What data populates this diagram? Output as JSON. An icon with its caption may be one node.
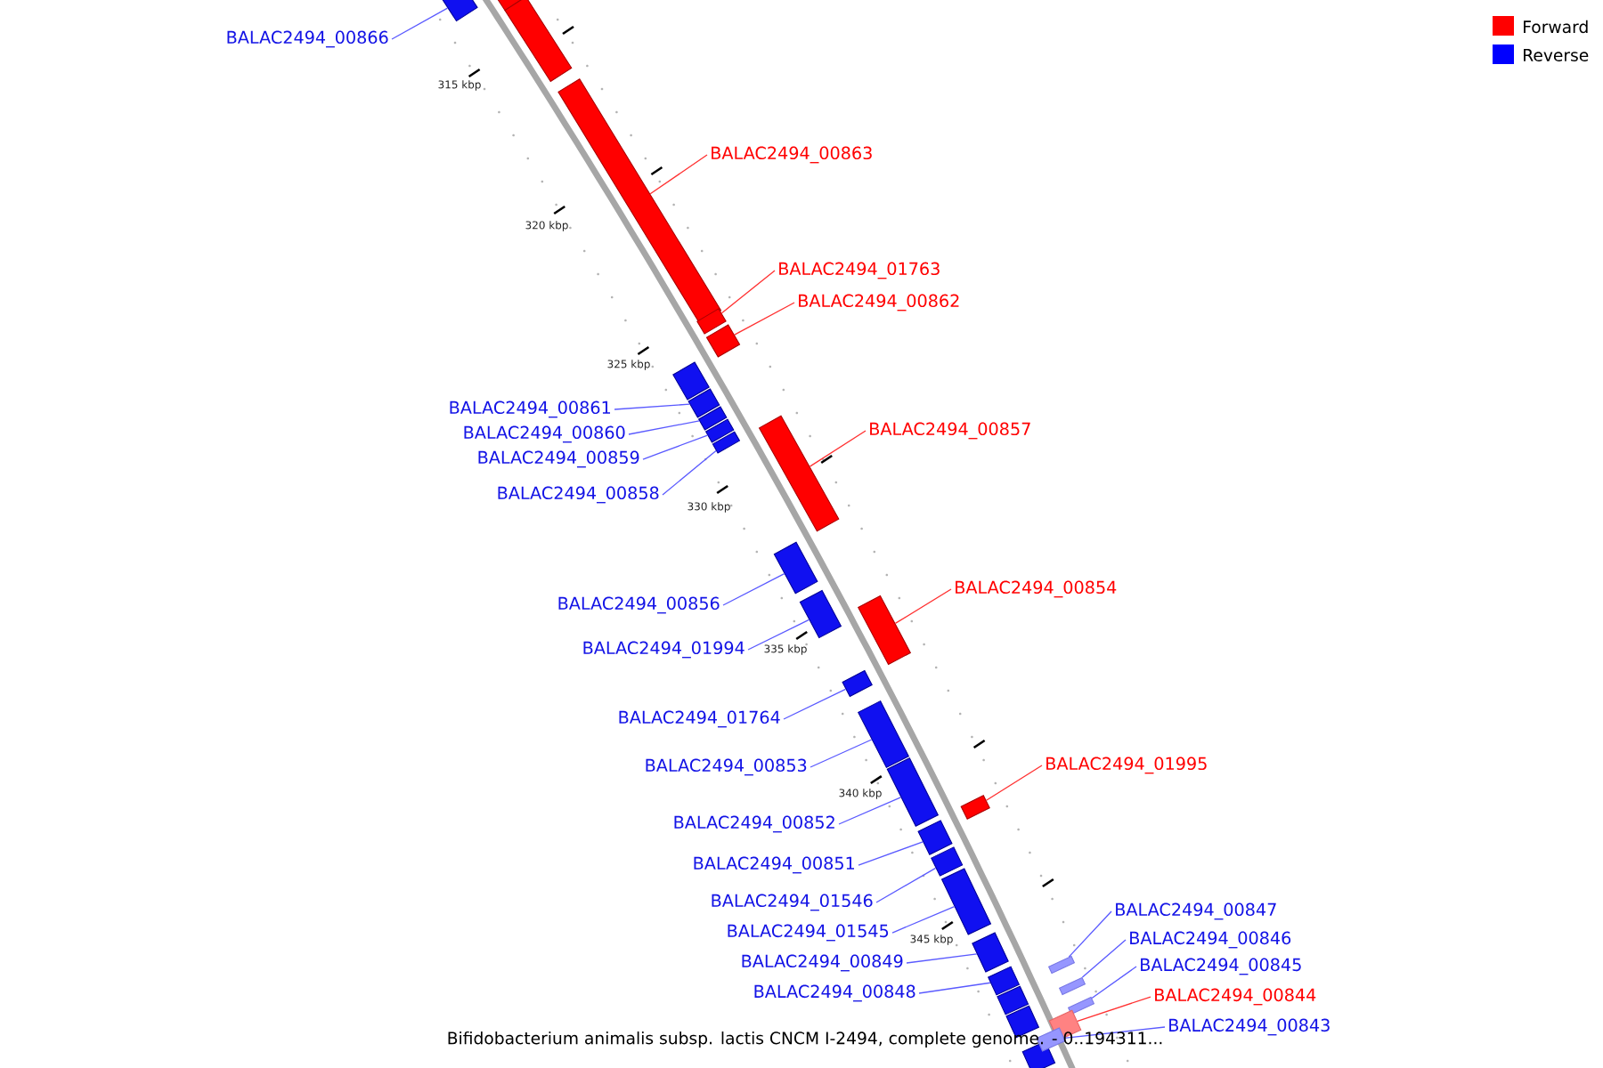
{
  "diagram": {
    "nodes": [
      {
        "text": [
          "BALAC2494_00866"
        ]
      },
      {
        "text": [],
        "shape": "bar"
      },
      {
        "text": [
          "BALAC2494_00863"
        ]
      },
      {
        "text": [],
        "shape": "bar"
      },
      {
        "text": [
          "BALAC2494_01763"
        ]
      },
      {
        "text": [],
        "shape": "bar"
      },
      {
        "text": [
          "BALAC2494_00862"
        ]
      },
      {
        "text": [],
        "shape": "bar"
      },
      {
        "text": [
          "BALAC2494_00861"
        ]
      },
      {
        "text": [],
        "shape": "bar"
      },
      {
        "text": [
          "BALAC2494_00857"
        ]
      },
      {
        "text": [],
        "shape": "bar"
      },
      {
        "text": [
          "BALAC2494_00860"
        ]
      },
      {
        "text": [],
        "shape": "bar"
      },
      {
        "text": [
          "BALAC2494_00859"
        ]
      },
      {
        "text": [],
        "shape": "bar"
      },
      {
        "text": [
          "BALAC2494_00858"
        ]
      },
      {
        "text": [],
        "shape": "bar"
      },
      {
        "text": [
          "BALAC2494_00854"
        ]
      },
      {
        "text": [],
        "shape": "bar"
      },
      {
        "text": [
          "BALAC2494_00856"
        ]
      },
      {
        "text": [],
        "shape": "bar"
      },
      {
        "text": [
          "BALAC2494_01994"
        ]
      },
      {
        "text": [],
        "shape": "bar"
      },
      {
        "text": [
          "BALAC2494_01764"
        ]
      },
      {
        "text": [],
        "shape": "bar"
      },
      {
        "text": [
          "BALAC2494_01995"
        ]
      },
      {
        "text": [],
        "shape": "bar"
      },
      {
        "text": [
          "BALAC2494_00853"
        ]
      },
      {
        "text": [],
        "shape": "bar"
      },
      {
        "text": [
          "BALAC2494_00852"
        ]
      },
      {
        "text": [],
        "shape": "bar"
      },
      {
        "text": [
          "BALAC2494_00851"
        ]
      },
      {
        "text": [],
        "shape": "bar"
      },
      {
        "text": [
          "BALAC2494_01546"
        ]
      },
      {
        "text": [],
        "shape": "bar"
      },
      {
        "text": [
          "BALAC2494_01545"
        ]
      },
      {
        "text": [],
        "shape": "bar"
      },
      {
        "text": [
          "BALAC2494_00847"
        ]
      },
      {
        "text": [],
        "shape": "bar"
      },
      {
        "text": [
          "BALAC2494_00846"
        ]
      },
      {
        "text": [],
        "shape": "bar"
      },
      {
        "text": [
          "BALAC2494_00849"
        ]
      },
      {
        "text": [],
        "shape": "bar"
      },
      {
        "text": [
          "BALAC2494_00845"
        ]
      },
      {
        "text": [],
        "shape": "bar"
      },
      {
        "text": [
          "BALAC2494_00848"
        ]
      },
      {
        "text": [],
        "shape": "bar"
      },
      {
        "text": [
          "BALAC2494_00844"
        ]
      },
      {
        "text": [],
        "shape": "bar"
      },
      {
        "text": [
          "BALAC2494_00843"
        ]
      },
      {
        "text": [],
        "shape": "bar"
      },
      {
        "text": [],
        "shape": "bar"
      },
      {
        "text": [],
        "shape": "bar"
      },
      {
        "text": [],
        "shape": "bar"
      },
      {
        "text": [],
        "shape": "bar"
      },
      {
        "text": [],
        "shape": "bar"
      },
      {
        "text": [],
        "shape": "bar"
      }
    ],
    "edges": [
      {
        "from": 0,
        "to": 1,
        "arrow": "none"
      },
      {
        "from": 2,
        "to": 3,
        "arrow": "none",
        "color": "#ff3030"
      },
      {
        "from": 4,
        "to": 5,
        "arrow": "none",
        "color": "#ff3030"
      },
      {
        "from": 6,
        "to": 7,
        "arrow": "none",
        "color": "#ff3030"
      },
      {
        "from": 8,
        "to": 9,
        "arrow": "none"
      },
      {
        "from": 10,
        "to": 11,
        "arrow": "none",
        "color": "#ff3030"
      },
      {
        "from": 12,
        "to": 13,
        "arrow": "none"
      },
      {
        "from": 14,
        "to": 15,
        "arrow": "none"
      },
      {
        "from": 16,
        "to": 17,
        "arrow": "none"
      },
      {
        "from": 18,
        "to": 19,
        "arrow": "none",
        "color": "#ff3030"
      },
      {
        "from": 20,
        "to": 21,
        "arrow": "none"
      },
      {
        "from": 22,
        "to": 23,
        "arrow": "none"
      },
      {
        "from": 24,
        "to": 25,
        "arrow": "none"
      },
      {
        "from": 26,
        "to": 27,
        "arrow": "none",
        "color": "#ff3030"
      },
      {
        "from": 28,
        "to": 29,
        "arrow": "none"
      },
      {
        "from": 30,
        "to": 31,
        "arrow": "none"
      },
      {
        "from": 32,
        "to": 33,
        "arrow": "none"
      },
      {
        "from": 34,
        "to": 35,
        "arrow": "none"
      },
      {
        "from": 36,
        "to": 37,
        "arrow": "none"
      },
      {
        "from": 38,
        "to": 39,
        "arrow": "none"
      },
      {
        "from": 40,
        "to": 41,
        "arrow": "none"
      },
      {
        "from": 42,
        "to": 43,
        "arrow": "none"
      },
      {
        "from": 44,
        "to": 45,
        "arrow": "none"
      },
      {
        "from": 46,
        "to": 47,
        "arrow": "none"
      },
      {
        "from": 48,
        "to": 49,
        "arrow": "none",
        "color": "#ff3030"
      },
      {
        "from": 50,
        "to": 51,
        "arrow": "none"
      }
    ],
    "labels": [
      "315 kbp",
      "320 kbp",
      "325 kbp",
      "330 kbp",
      "335 kbp",
      "340 kbp",
      "345 kbp",
      "Bifidobacterium animalis subsp. lactis CNCM I-2494, complete genome. - 0..194311..."
    ],
    "legend": [
      {
        "text": "Forward",
        "color": "#ff0000"
      },
      {
        "text": "Reverse",
        "color": "#0000ff"
      }
    ]
  }
}
